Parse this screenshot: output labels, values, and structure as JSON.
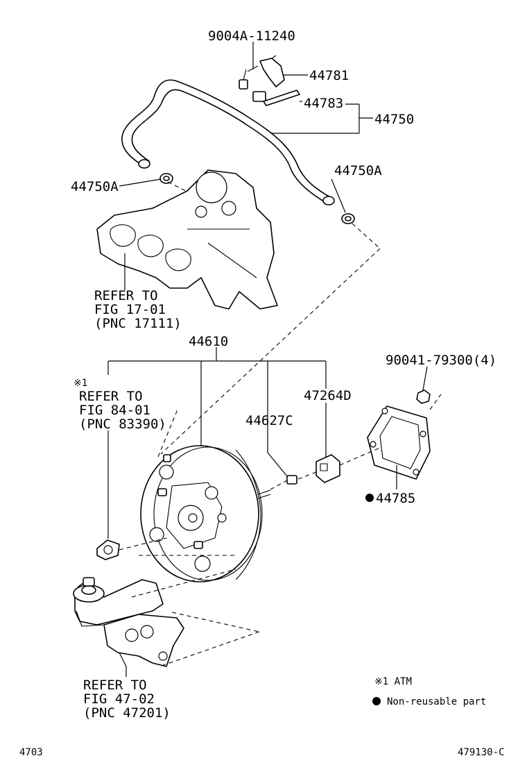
{
  "labels": {
    "p9004a_11240": "9004A-11240",
    "p44781": "44781",
    "p44783": "44783",
    "p44750": "44750",
    "p44750a_left": "44750A",
    "p44750a_right": "44750A",
    "refer_manifold": [
      "REFER TO",
      "FIG 17-01",
      "(PNC 17111)"
    ],
    "p44610": "44610",
    "p90041_79300": "90041-79300(4)",
    "atm_mark": "※1",
    "refer_atm": [
      "REFER TO",
      "FIG 84-01",
      "(PNC 83390)"
    ],
    "p47264d": "47264D",
    "p44627c": "44627C",
    "p44785": "44785",
    "refer_master": [
      "REFER TO",
      "FIG 47-02",
      "(PNC 47201)"
    ]
  },
  "legend": {
    "atm_note": "※1 ATM",
    "non_reusable": "Non-reusable part"
  },
  "footer": {
    "left_code": "4703",
    "right_code": "479130-C"
  }
}
